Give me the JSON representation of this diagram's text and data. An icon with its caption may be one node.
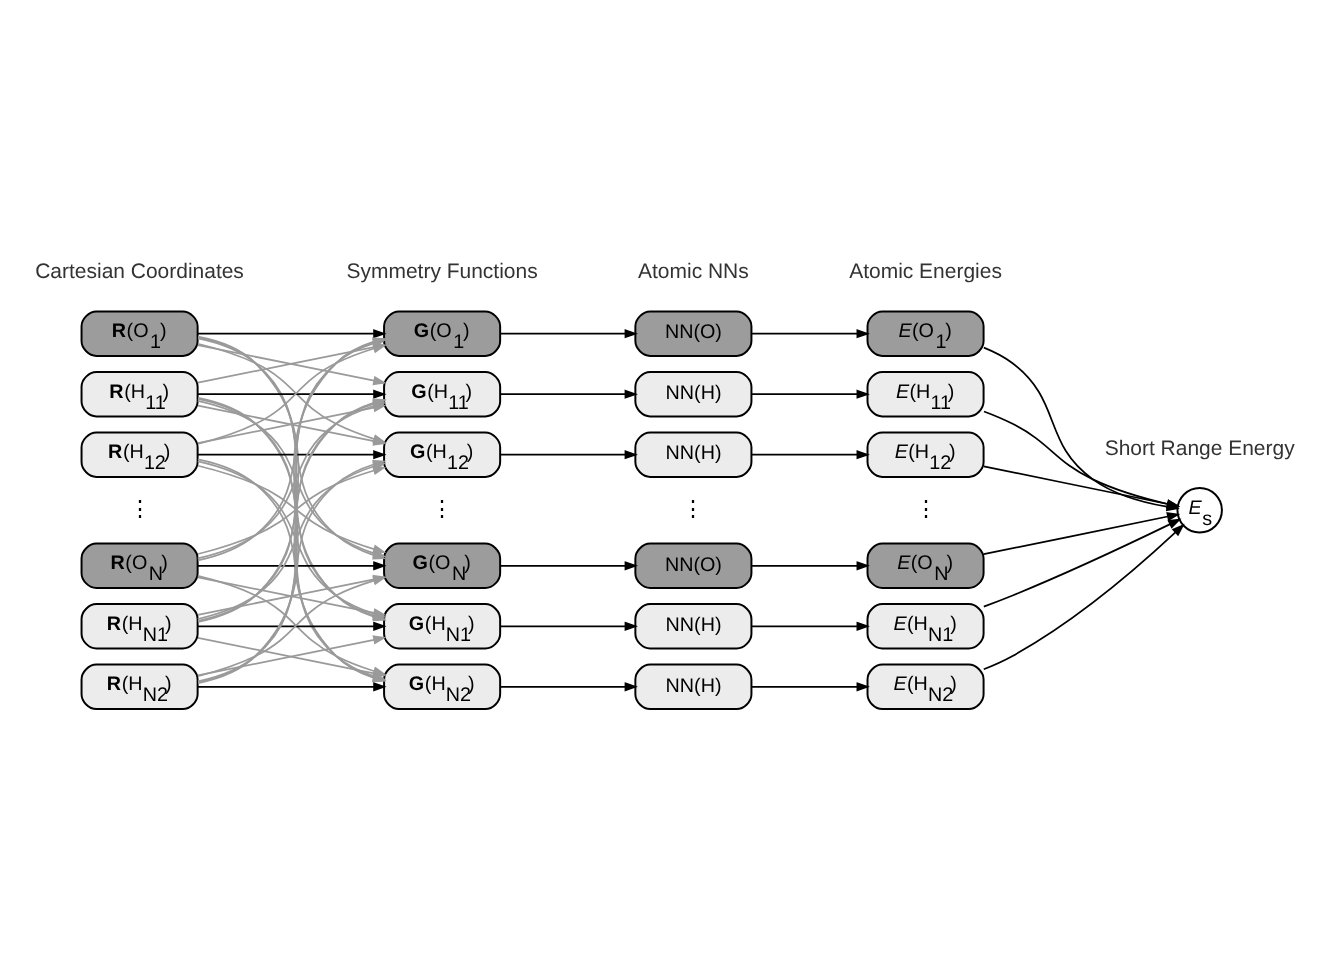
{
  "diagram": {
    "nodes": [
      {
        "text": [
          "**R**(O$_{1}$)"
        ]
      },
      {
        "text": [
          "**R**(H$_{11}$)"
        ]
      },
      {
        "text": [
          "**R**(H$_{12}$)"
        ]
      },
      {
        "text": [
          "**R**(O$_{N}$)"
        ]
      },
      {
        "text": [
          "**R**(H$_{N1}$)"
        ]
      },
      {
        "text": [
          "**R**(H$_{N2}$)"
        ]
      },
      {
        "text": [
          "**G**(O$_{1}$)"
        ]
      },
      {
        "text": [
          "**G**(H$_{11}$)"
        ]
      },
      {
        "text": [
          "**G**(H$_{12}$)"
        ]
      },
      {
        "text": [
          "**G**(O$_{N}$)"
        ]
      },
      {
        "text": [
          "**G**(H$_{N1}$)"
        ]
      },
      {
        "text": [
          "**G**(H$_{N2}$)"
        ]
      },
      {
        "text": [
          "NN(O)"
        ]
      },
      {
        "text": [
          "NN(H)"
        ]
      },
      {
        "text": [
          "NN(H)"
        ]
      },
      {
        "text": [
          "NN(O)"
        ]
      },
      {
        "text": [
          "NN(H)"
        ]
      },
      {
        "text": [
          "NN(H)"
        ]
      },
      {
        "text": [
          "*E*(O$_{1}$)"
        ]
      },
      {
        "text": [
          "*E*(H$_{11}$)"
        ]
      },
      {
        "text": [
          "*E*(H$_{12}$)"
        ]
      },
      {
        "text": [
          "*E*(O$_{N}$)"
        ]
      },
      {
        "text": [
          "*E*(H$_{N1}$)"
        ]
      },
      {
        "text": [
          "*E*(H$_{N2}$)"
        ]
      },
      {
        "text": [
          "*E*$_{s}$"
        ]
      }
    ],
    "edges": [
      {
        "from": 0,
        "to": 6,
        "arrow": "to",
        "color": "#000000"
      },
      {
        "from": 0,
        "to": 7,
        "arrow": "to",
        "color": "#9a9a9a"
      },
      {
        "from": 0,
        "to": 8,
        "arrow": "to",
        "color": "#9a9a9a"
      },
      {
        "from": 0,
        "to": 9,
        "arrow": "to",
        "color": "#9a9a9a"
      },
      {
        "from": 0,
        "to": 10,
        "arrow": "to",
        "color": "#9a9a9a"
      },
      {
        "from": 0,
        "to": 11,
        "arrow": "to",
        "color": "#9a9a9a"
      },
      {
        "from": 1,
        "to": 6,
        "arrow": "to",
        "color": "#9a9a9a"
      },
      {
        "from": 1,
        "to": 7,
        "arrow": "to",
        "color": "#000000"
      },
      {
        "from": 1,
        "to": 8,
        "arrow": "to",
        "color": "#9a9a9a"
      },
      {
        "from": 1,
        "to": 9,
        "arrow": "to",
        "color": "#9a9a9a"
      },
      {
        "from": 1,
        "to": 10,
        "arrow": "to",
        "color": "#9a9a9a"
      },
      {
        "from": 1,
        "to": 11,
        "arrow": "to",
        "color": "#9a9a9a"
      },
      {
        "from": 2,
        "to": 6,
        "arrow": "to",
        "color": "#9a9a9a"
      },
      {
        "from": 2,
        "to": 7,
        "arrow": "to",
        "color": "#9a9a9a"
      },
      {
        "from": 2,
        "to": 8,
        "arrow": "to",
        "color": "#000000"
      },
      {
        "from": 2,
        "to": 9,
        "arrow": "to",
        "color": "#9a9a9a"
      },
      {
        "from": 2,
        "to": 10,
        "arrow": "to",
        "color": "#9a9a9a"
      },
      {
        "from": 2,
        "to": 11,
        "arrow": "to",
        "color": "#9a9a9a"
      },
      {
        "from": 3,
        "to": 6,
        "arrow": "to",
        "color": "#9a9a9a"
      },
      {
        "from": 3,
        "to": 7,
        "arrow": "to",
        "color": "#9a9a9a"
      },
      {
        "from": 3,
        "to": 8,
        "arrow": "to",
        "color": "#9a9a9a"
      },
      {
        "from": 3,
        "to": 9,
        "arrow": "to",
        "color": "#000000"
      },
      {
        "from": 3,
        "to": 10,
        "arrow": "to",
        "color": "#9a9a9a"
      },
      {
        "from": 3,
        "to": 11,
        "arrow": "to",
        "color": "#9a9a9a"
      },
      {
        "from": 4,
        "to": 6,
        "arrow": "to",
        "color": "#9a9a9a"
      },
      {
        "from": 4,
        "to": 7,
        "arrow": "to",
        "color": "#9a9a9a"
      },
      {
        "from": 4,
        "to": 8,
        "arrow": "to",
        "color": "#9a9a9a"
      },
      {
        "from": 4,
        "to": 9,
        "arrow": "to",
        "color": "#9a9a9a"
      },
      {
        "from": 4,
        "to": 10,
        "arrow": "to",
        "color": "#000000"
      },
      {
        "from": 4,
        "to": 11,
        "arrow": "to",
        "color": "#9a9a9a"
      },
      {
        "from": 5,
        "to": 6,
        "arrow": "to",
        "color": "#9a9a9a"
      },
      {
        "from": 5,
        "to": 7,
        "arrow": "to",
        "color": "#9a9a9a"
      },
      {
        "from": 5,
        "to": 8,
        "arrow": "to",
        "color": "#9a9a9a"
      },
      {
        "from": 5,
        "to": 9,
        "arrow": "to",
        "color": "#9a9a9a"
      },
      {
        "from": 5,
        "to": 10,
        "arrow": "to",
        "color": "#9a9a9a"
      },
      {
        "from": 5,
        "to": 11,
        "arrow": "to",
        "color": "#000000"
      },
      {
        "from": 6,
        "to": 12,
        "arrow": "to",
        "color": "#000000"
      },
      {
        "from": 7,
        "to": 13,
        "arrow": "to",
        "color": "#000000"
      },
      {
        "from": 8,
        "to": 14,
        "arrow": "to",
        "color": "#000000"
      },
      {
        "from": 9,
        "to": 15,
        "arrow": "to",
        "color": "#000000"
      },
      {
        "from": 10,
        "to": 16,
        "arrow": "to",
        "color": "#000000"
      },
      {
        "from": 11,
        "to": 17,
        "arrow": "to",
        "color": "#000000"
      },
      {
        "from": 12,
        "to": 18,
        "arrow": "to",
        "color": "#000000"
      },
      {
        "from": 13,
        "to": 19,
        "arrow": "to",
        "color": "#000000"
      },
      {
        "from": 14,
        "to": 20,
        "arrow": "to",
        "color": "#000000"
      },
      {
        "from": 15,
        "to": 21,
        "arrow": "to",
        "color": "#000000"
      },
      {
        "from": 16,
        "to": 22,
        "arrow": "to",
        "color": "#000000"
      },
      {
        "from": 17,
        "to": 23,
        "arrow": "to",
        "color": "#000000"
      },
      {
        "from": 18,
        "to": 24,
        "arrow": "to",
        "color": "#000000"
      },
      {
        "from": 19,
        "to": 24,
        "arrow": "to",
        "color": "#000000"
      },
      {
        "from": 20,
        "to": 24,
        "arrow": "to",
        "color": "#000000"
      },
      {
        "from": 21,
        "to": 24,
        "arrow": "to",
        "color": "#000000"
      },
      {
        "from": 22,
        "to": 24,
        "arrow": "to",
        "color": "#000000"
      },
      {
        "from": 23,
        "to": 24,
        "arrow": "to",
        "color": "#000000"
      }
    ],
    "labels": [
      "Cartesian Coordinates",
      "Symmetry Functions",
      "Atomic NNs",
      "Atomic Energies",
      "Short Range Energy",
      "⋮",
      "⋮",
      "⋮",
      "⋮"
    ]
  }
}
